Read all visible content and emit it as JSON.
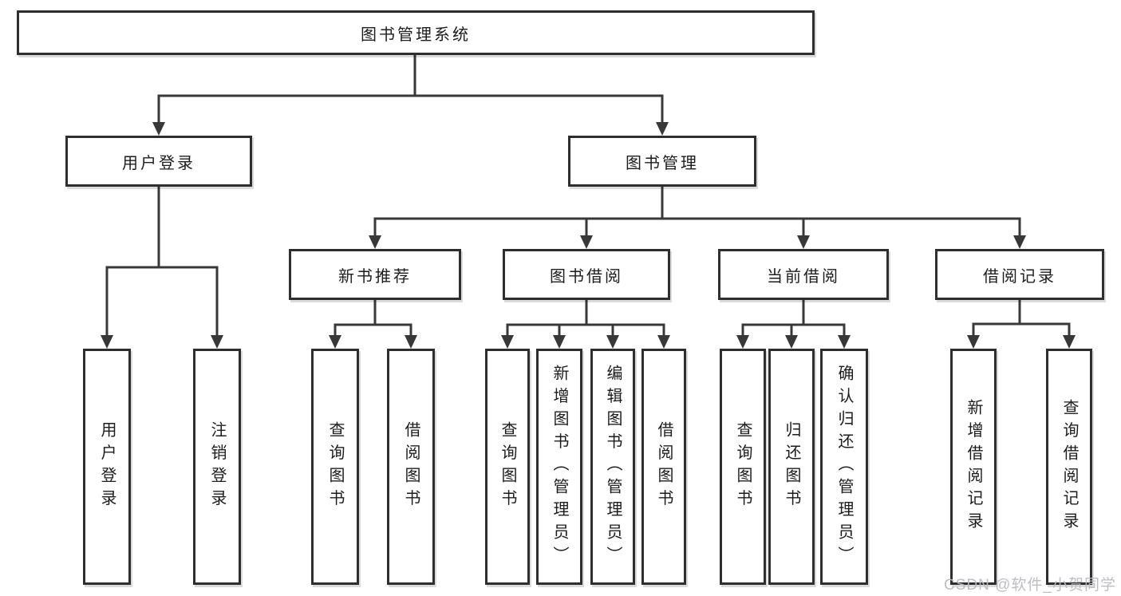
{
  "tree": {
    "root": {
      "label": "图书管理系统"
    },
    "level2": {
      "user_login": {
        "label": "用户登录",
        "children": {
          "login": "用户登录",
          "logout": "注销登录"
        }
      },
      "book_management": {
        "label": "图书管理",
        "children": {
          "new_book_recommend": {
            "label": "新书推荐",
            "children": {
              "query_book": "查询图书",
              "borrow_book": "借阅图书"
            }
          },
          "book_borrowing": {
            "label": "图书借阅",
            "children": {
              "query_book": "查询图书",
              "add_book_admin": "新增图书（管理员）",
              "edit_book_admin": "编辑图书（管理员）",
              "borrow_book": "借阅图书"
            }
          },
          "current_borrowing": {
            "label": "当前借阅",
            "children": {
              "query_book": "查询图书",
              "return_book": "归还图书",
              "confirm_return_admin": "确认归还（管理员）"
            }
          },
          "borrow_records": {
            "label": "借阅记录",
            "children": {
              "add_record": "新增借阅记录",
              "query_record": "查询借阅记录"
            }
          }
        }
      }
    }
  },
  "watermark": {
    "text": "CSDN @软件_小贺同学"
  },
  "colors": {
    "line": "#383838",
    "box_border": "#2e2e2e",
    "text": "#1c1c1c",
    "background": "#ffffff",
    "watermark": "#b9bbc1"
  }
}
